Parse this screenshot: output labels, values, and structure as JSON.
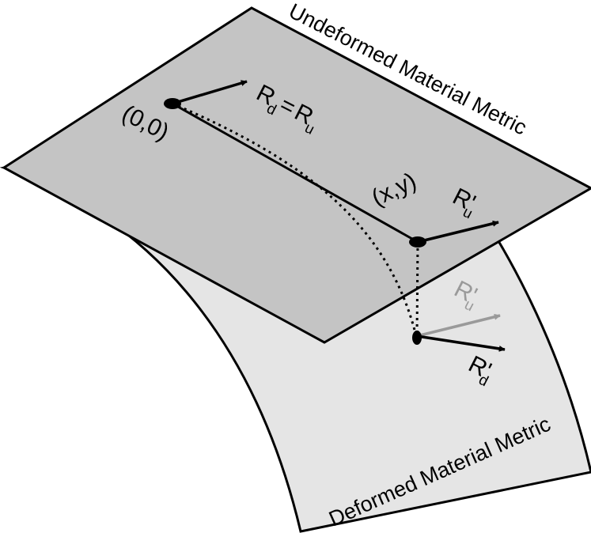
{
  "surfaces": {
    "undeformed_label": "Undeformed Material Metric",
    "deformed_label": "Deformed Material Metric"
  },
  "points": {
    "origin_label": "(0,0)",
    "xy_label": "(x,y)"
  },
  "vectors": {
    "origin_main": "R",
    "origin_sub_d": "d",
    "origin_eq": "=",
    "origin_main2": "R",
    "origin_sub_u": "u",
    "upper_main": "R'",
    "upper_sub": "u",
    "lower_ghost_main": "R'",
    "lower_ghost_sub": "u",
    "lower_main": "R'",
    "lower_sub": "d"
  },
  "colors": {
    "plane_fill": "#c4c4c4",
    "surface_fill": "#e5e5e5",
    "ghost_vector": "#9a9a9a",
    "stroke": "#000000"
  }
}
